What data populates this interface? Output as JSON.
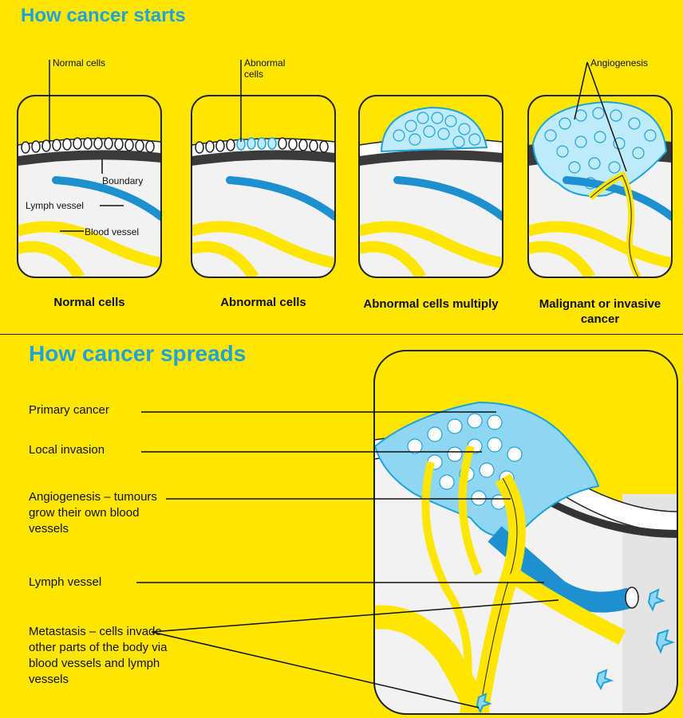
{
  "section_starts": {
    "title": "How cancer starts",
    "stages": [
      {
        "caption": "Normal cells"
      },
      {
        "caption": "Abnormal cells"
      },
      {
        "caption": "Abnormal cells multiply"
      },
      {
        "caption": "Malignant or invasive cancer"
      }
    ],
    "labels": {
      "normal_cells": "Normal cells",
      "abnormal_cells": "Abnormal cells",
      "angiogenesis": "Angiogenesis",
      "boundary": "Boundary",
      "lymph_vessel": "Lymph vessel",
      "blood_vessel": "Blood vessel"
    }
  },
  "section_spreads": {
    "title": "How cancer spreads",
    "labels": [
      {
        "id": "primary",
        "text": "Primary cancer"
      },
      {
        "id": "local",
        "text": "Local invasion"
      },
      {
        "id": "angio",
        "text": "Angiogenesis – tumours grow their own blood vessels"
      },
      {
        "id": "lymph",
        "text": "Lymph vessel"
      },
      {
        "id": "meta",
        "text": "Metastasis – cells invade other parts of the body via blood vessels and lymph vessels"
      }
    ]
  },
  "colors": {
    "background": "#FFE600",
    "title": "#1EA3D8",
    "lymph": "#1E90D0",
    "blood": "#FFE600",
    "abnormal_cell": "#8FD6F2",
    "tissue": "#F0F0F0"
  }
}
